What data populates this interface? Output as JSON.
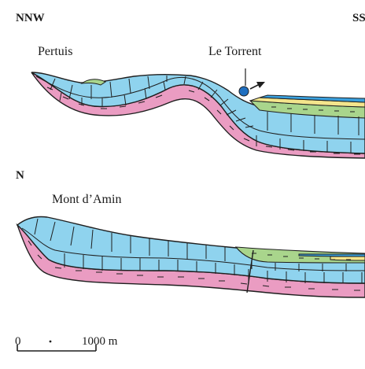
{
  "profile_top": {
    "left_direction": "NNW",
    "right_direction": "SS",
    "places": {
      "left": "Pertuis",
      "right": "Le Torrent"
    }
  },
  "profile_bottom": {
    "left_direction": "N",
    "places": {
      "left": "Mont d’Amin"
    }
  },
  "scale_bar": {
    "start": "0",
    "end": "1000 m"
  },
  "colors": {
    "limestone": "#8fd3ee",
    "marl": "#ea9cc2",
    "green_layer": "#a9d58c",
    "yellow_layer": "#f4e58c",
    "blue_layer": "#3aa0de",
    "line": "#1f1f1f",
    "spring": "#1f6fc0"
  },
  "icons": [
    "spring-icon",
    "flow-arrow-icon"
  ]
}
